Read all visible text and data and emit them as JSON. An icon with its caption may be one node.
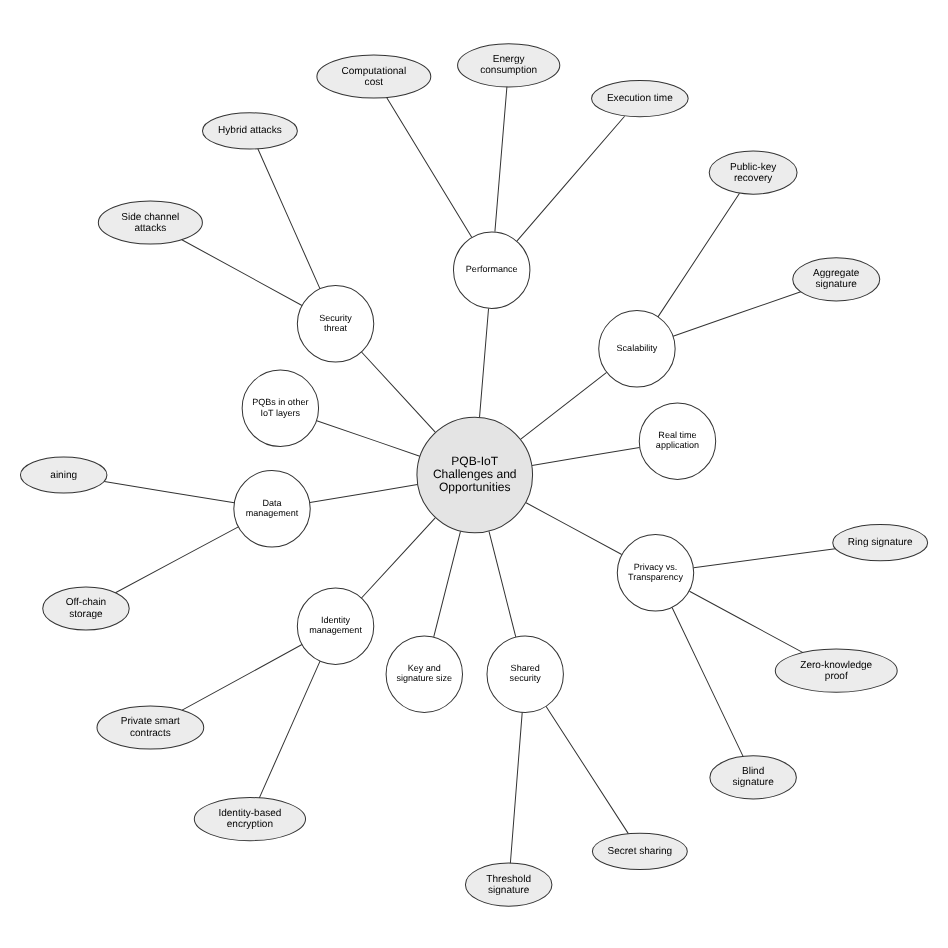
{
  "diagram": {
    "nodes": [
      {
        "text": [
          "PQB-IoT Challenges and Opportunities"
        ]
      },
      {
        "text": [
          "Aggregate signature"
        ]
      },
      {
        "text": [
          "Execution time"
        ]
      },
      {
        "text": [
          "Public-key recovery"
        ]
      },
      {
        "text": [
          "Real time application"
        ]
      },
      {
        "text": [
          "Energy consumption"
        ]
      },
      {
        "text": [
          "Scalability"
        ]
      },
      {
        "text": [
          "Performance"
        ]
      },
      {
        "text": [
          "Hybrid attacks"
        ]
      },
      {
        "text": [
          "Computational cost"
        ]
      },
      {
        "text": [
          "Security threat"
        ]
      },
      {
        "text": [
          "Side channel attacks"
        ]
      },
      {
        "text": [
          "PQBs in other IoT layers"
        ]
      },
      {
        "text": [
          "Private smart contracts"
        ]
      },
      {
        "text": [
          "Data management"
        ]
      },
      {
        "text": [
          "aining"
        ]
      },
      {
        "text": [
          "Identity management"
        ]
      },
      {
        "text": [
          "Identity-based encryption"
        ]
      },
      {
        "text": [
          "Off-chain storage"
        ]
      },
      {
        "text": [
          "Key and signature size"
        ]
      },
      {
        "text": [
          "Shared security"
        ]
      },
      {
        "text": [
          "Threshold signature"
        ]
      },
      {
        "text": [
          "Privacy vs. Transparency"
        ]
      },
      {
        "text": [
          "Blind signature"
        ]
      },
      {
        "text": [
          "Secret sharing"
        ]
      },
      {
        "text": [
          "Zero-knowledge proof"
        ]
      },
      {
        "text": [
          "Ring signature"
        ]
      }
    ],
    "edges": [
      {
        "from": 0,
        "to": 6,
        "arrow": "none"
      },
      {
        "from": 0,
        "to": 4,
        "arrow": "none"
      },
      {
        "from": 0,
        "to": 7,
        "arrow": "none"
      },
      {
        "from": 0,
        "to": 12,
        "arrow": "none"
      },
      {
        "from": 0,
        "to": 16,
        "arrow": "none"
      },
      {
        "from": 0,
        "to": 20,
        "arrow": "none"
      },
      {
        "from": 0,
        "to": 22,
        "arrow": "none"
      },
      {
        "from": 0,
        "to": 19,
        "arrow": "none"
      },
      {
        "from": 0,
        "to": 14,
        "arrow": "none"
      },
      {
        "from": 0,
        "to": 10,
        "arrow": "none"
      },
      {
        "from": 6,
        "to": 1,
        "arrow": "none"
      },
      {
        "from": 6,
        "to": 3,
        "arrow": "none"
      },
      {
        "from": 7,
        "to": 2,
        "arrow": "none"
      },
      {
        "from": 7,
        "to": 5,
        "arrow": "none"
      },
      {
        "from": 7,
        "to": 9,
        "arrow": "none"
      },
      {
        "from": 16,
        "to": 13,
        "arrow": "none"
      },
      {
        "from": 16,
        "to": 17,
        "arrow": "none"
      },
      {
        "from": 20,
        "to": 21,
        "arrow": "none"
      },
      {
        "from": 20,
        "to": 24,
        "arrow": "none"
      },
      {
        "from": 22,
        "to": 23,
        "arrow": "none"
      },
      {
        "from": 22,
        "to": 25,
        "arrow": "none"
      },
      {
        "from": 22,
        "to": 26,
        "arrow": "none"
      },
      {
        "from": 14,
        "to": 15,
        "arrow": "none"
      },
      {
        "from": 14,
        "to": 18,
        "arrow": "none"
      },
      {
        "from": 10,
        "to": 8,
        "arrow": "none"
      },
      {
        "from": 10,
        "to": 11,
        "arrow": "none"
      }
    ]
  }
}
